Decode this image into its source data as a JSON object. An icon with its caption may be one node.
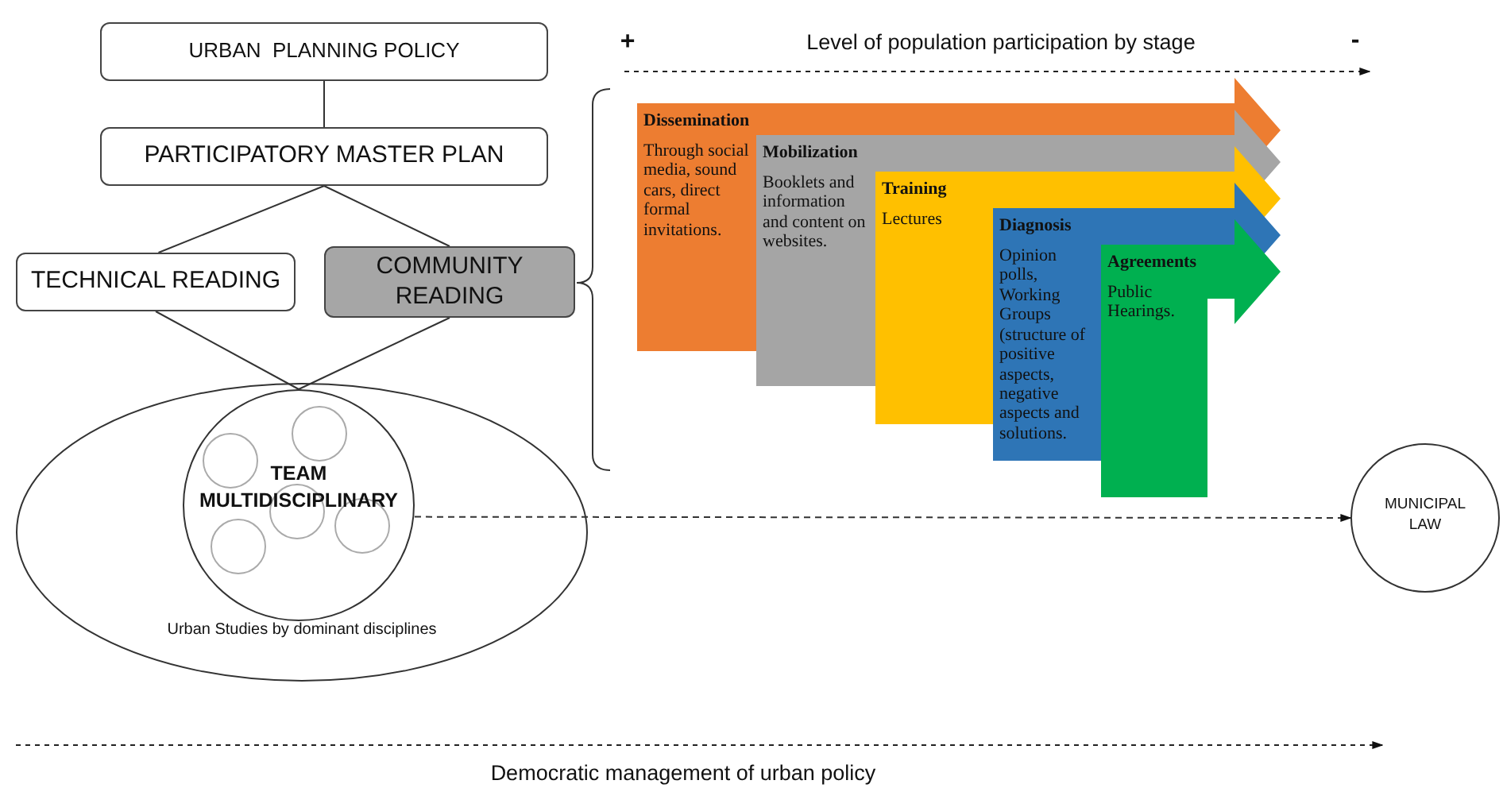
{
  "diagram": {
    "nodes": [
      {
        "text": [
          "URBAN  PLANNING POLICY"
        ]
      },
      {
        "text": [
          "PARTICIPATORY MASTER PLAN"
        ]
      },
      {
        "text": [
          "TECHNICAL READING"
        ]
      },
      {
        "text": [
          "COMMUNITY READING"
        ]
      },
      {
        "text": [
          "Urban Studies by dominant disciplines"
        ]
      },
      {
        "text": [
          "TEAM MULTIDISCIPLINARY"
        ],
        "in": 4
      },
      {
        "text": [
          "MUNICIPAL LAW"
        ]
      },
      {
        "text": [
          "Dissemination",
          "Through social media, sound cars, direct formal invitations."
        ]
      },
      {
        "text": [
          "Mobilization",
          "Booklets and information and content on websites."
        ]
      },
      {
        "text": [
          "Training",
          "Lectures"
        ]
      },
      {
        "text": [
          "Diagnosis",
          "Opinion polls, Working Groups (structure of positive aspects, negative aspects and solutions."
        ]
      },
      {
        "text": [
          "Agreements",
          "Public Hearings."
        ]
      }
    ],
    "edges": [
      {
        "from": 0,
        "to": 1,
        "arrow": "none"
      },
      {
        "from": 1,
        "to": 2,
        "arrow": "none"
      },
      {
        "from": 1,
        "to": 3,
        "arrow": "none"
      },
      {
        "from": 2,
        "to": 5,
        "arrow": "none"
      },
      {
        "from": 3,
        "to": 5,
        "arrow": "none"
      },
      {
        "from": 5,
        "to": 6,
        "arrow": "to",
        "style": "dashed"
      }
    ],
    "labels": [
      "+",
      "Level of population participation by stage",
      "-",
      "Democratic management of urban policy"
    ]
  }
}
